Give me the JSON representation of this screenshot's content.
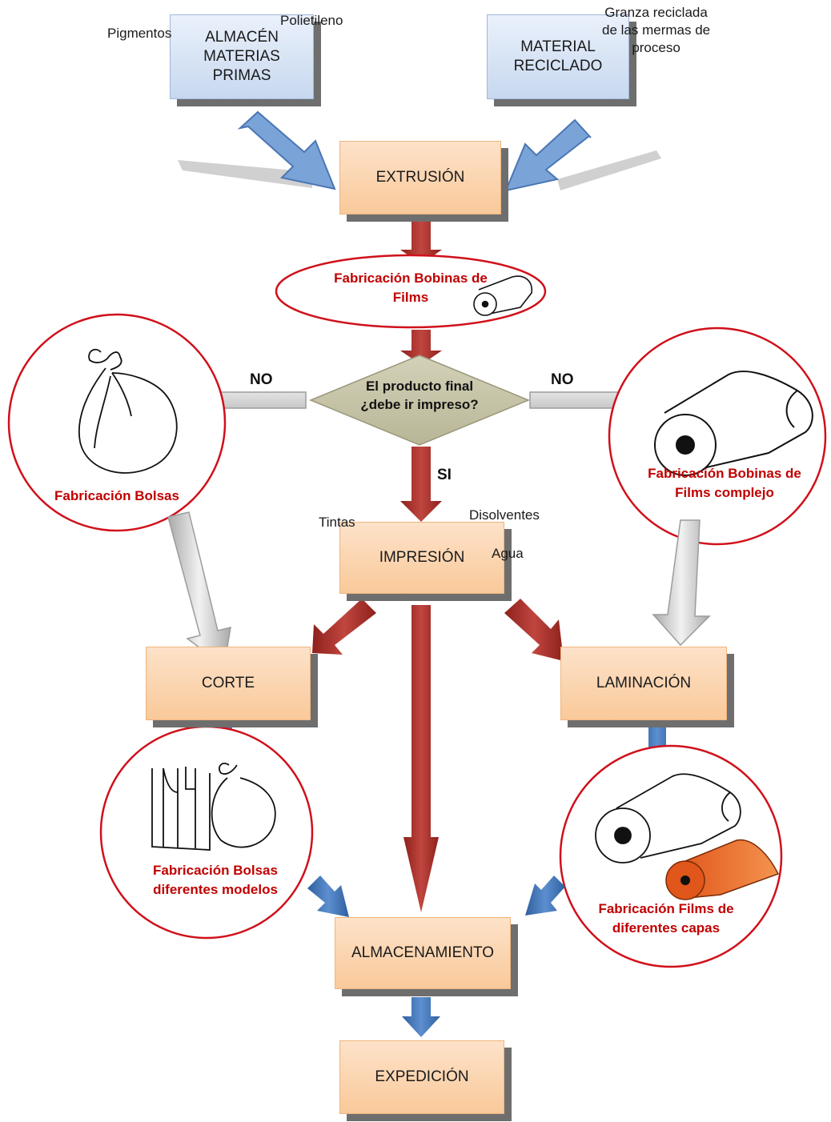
{
  "boxes": {
    "almacen": [
      "ALMACÉN",
      "MATERIAS",
      "PRIMAS"
    ],
    "reciclado": [
      "MATERIAL",
      "RECICLADO"
    ],
    "extrusion": "EXTRUSIÓN",
    "impresion": "IMPRESIÓN",
    "corte": "CORTE",
    "laminacion": "LAMINACIÓN",
    "almacenamiento": "ALMACENAMIENTO",
    "expedicion": "EXPEDICIÓN"
  },
  "inputs": {
    "pigmentos": "Pigmentos",
    "polietileno": "Polietileno",
    "granza": [
      "Granza reciclada",
      "de las mermas de",
      "proceso"
    ],
    "tintas": "Tintas",
    "disolventes": "Disolventes",
    "agua": "Agua"
  },
  "decision": {
    "question": [
      "El producto final",
      "¿debe ir impreso?"
    ],
    "no_left": "NO",
    "no_right": "NO",
    "si": "SI"
  },
  "products": {
    "bobinas_films": [
      "Fabricación Bobinas de",
      "Films"
    ],
    "bolsas": "Fabricación Bolsas",
    "bobinas_complejo": [
      "Fabricación Bobinas de",
      "Films complejo"
    ],
    "bolsas_modelos": [
      "Fabricación Bolsas",
      "diferentes modelos"
    ],
    "films_capas": [
      "Fabricación Films de",
      "diferentes capas"
    ]
  },
  "colors": {
    "box_orange": "#f9c99a",
    "box_blue": "#c7d8ef",
    "arrow_red": "#a32b26",
    "arrow_blue": "#3d72b4",
    "arrow_gray": "#c8c8c8",
    "circle_red": "#d0101a",
    "text_red": "#c00000",
    "decision_fill": "#c4c1a4"
  }
}
